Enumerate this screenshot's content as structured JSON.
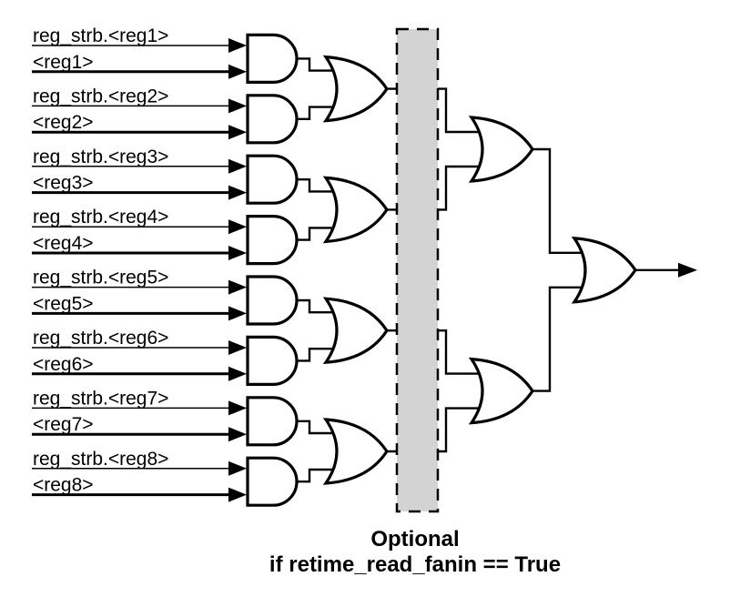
{
  "diagram": {
    "inputs": [
      {
        "strobe": "reg_strb.<reg1>",
        "value": "<reg1>"
      },
      {
        "strobe": "reg_strb.<reg2>",
        "value": "<reg2>"
      },
      {
        "strobe": "reg_strb.<reg3>",
        "value": "<reg3>"
      },
      {
        "strobe": "reg_strb.<reg4>",
        "value": "<reg4>"
      },
      {
        "strobe": "reg_strb.<reg5>",
        "value": "<reg5>"
      },
      {
        "strobe": "reg_strb.<reg6>",
        "value": "<reg6>"
      },
      {
        "strobe": "reg_strb.<reg7>",
        "value": "<reg7>"
      },
      {
        "strobe": "reg_strb.<reg8>",
        "value": "<reg8>"
      }
    ],
    "caption": {
      "line1": "Optional",
      "line2": "if retime_read_fanin == True"
    },
    "colors": {
      "stroke": "#000000",
      "gate_fill": "#ffffff",
      "optional_region_fill": "#d3d3d3",
      "background": "#ffffff"
    }
  }
}
